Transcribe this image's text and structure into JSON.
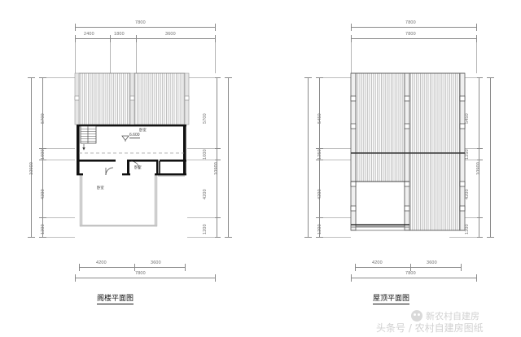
{
  "sheet": {
    "background_color": "#ffffff",
    "line_color": "#8a8a8a",
    "wall_color": "#111111"
  },
  "drawings": [
    {
      "id": "attic-plan",
      "caption": "阁楼平面图",
      "top_dims": {
        "overall": "7800",
        "segments": [
          "2400",
          "1800",
          "3600"
        ]
      },
      "bottom_dims": {
        "overall": "7800",
        "segments": [
          "4200",
          "3600"
        ]
      },
      "left_dims": {
        "overall": "10900",
        "segments": [
          "5700",
          "1000",
          "4200",
          "1200"
        ]
      },
      "right_dims": {
        "overall": "10900",
        "segments": [
          "5700",
          "1000",
          "4200",
          "1200"
        ]
      },
      "elevation_marker": "6.600",
      "stair_direction": "下",
      "room_labels": [
        "卧室",
        "卧室",
        "卧室"
      ]
    },
    {
      "id": "roof-plan",
      "caption": "屋顶平面图",
      "top_dims": {
        "overall": "7800",
        "overall_secondary": "7800"
      },
      "bottom_dims": {
        "overall": "7800",
        "segments": [
          "4200",
          "3600"
        ]
      },
      "left_dims": {
        "overall": "10900",
        "segments": [
          "5450",
          "1250",
          "4200",
          "1200"
        ]
      },
      "right_dims": {
        "overall": "10900",
        "segments": [
          "5450",
          "1250",
          "4200",
          "1200"
        ]
      }
    }
  ],
  "watermark": {
    "account_name": "新农村自建房",
    "handle_line": "头条号 / 农村自建房图纸"
  }
}
